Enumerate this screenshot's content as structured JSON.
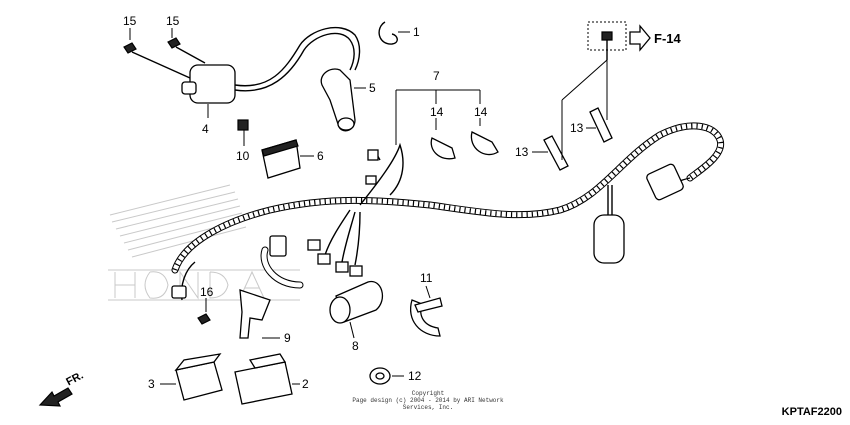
{
  "callouts": [
    "1",
    "2",
    "3",
    "4",
    "5",
    "6",
    "7",
    "8",
    "9",
    "10",
    "11",
    "12",
    "13",
    "13",
    "14",
    "14",
    "15",
    "15",
    "16"
  ],
  "frame_reference": "F-14",
  "forward_label": "FR.",
  "reference_code": "KPTAF2200",
  "copyright": {
    "line1": "Copyright",
    "line2": "Page design (c) 2004 - 2014 by ARI Network Services, Inc."
  },
  "icons": {
    "forward_arrow": "arrow-down-left-icon",
    "reference_arrow": "arrow-right-outline-icon",
    "logo": "wing-watermark-logo"
  },
  "colors": {
    "background": "#ffffff",
    "line": "#000000",
    "watermark": "#c9c9c9"
  }
}
